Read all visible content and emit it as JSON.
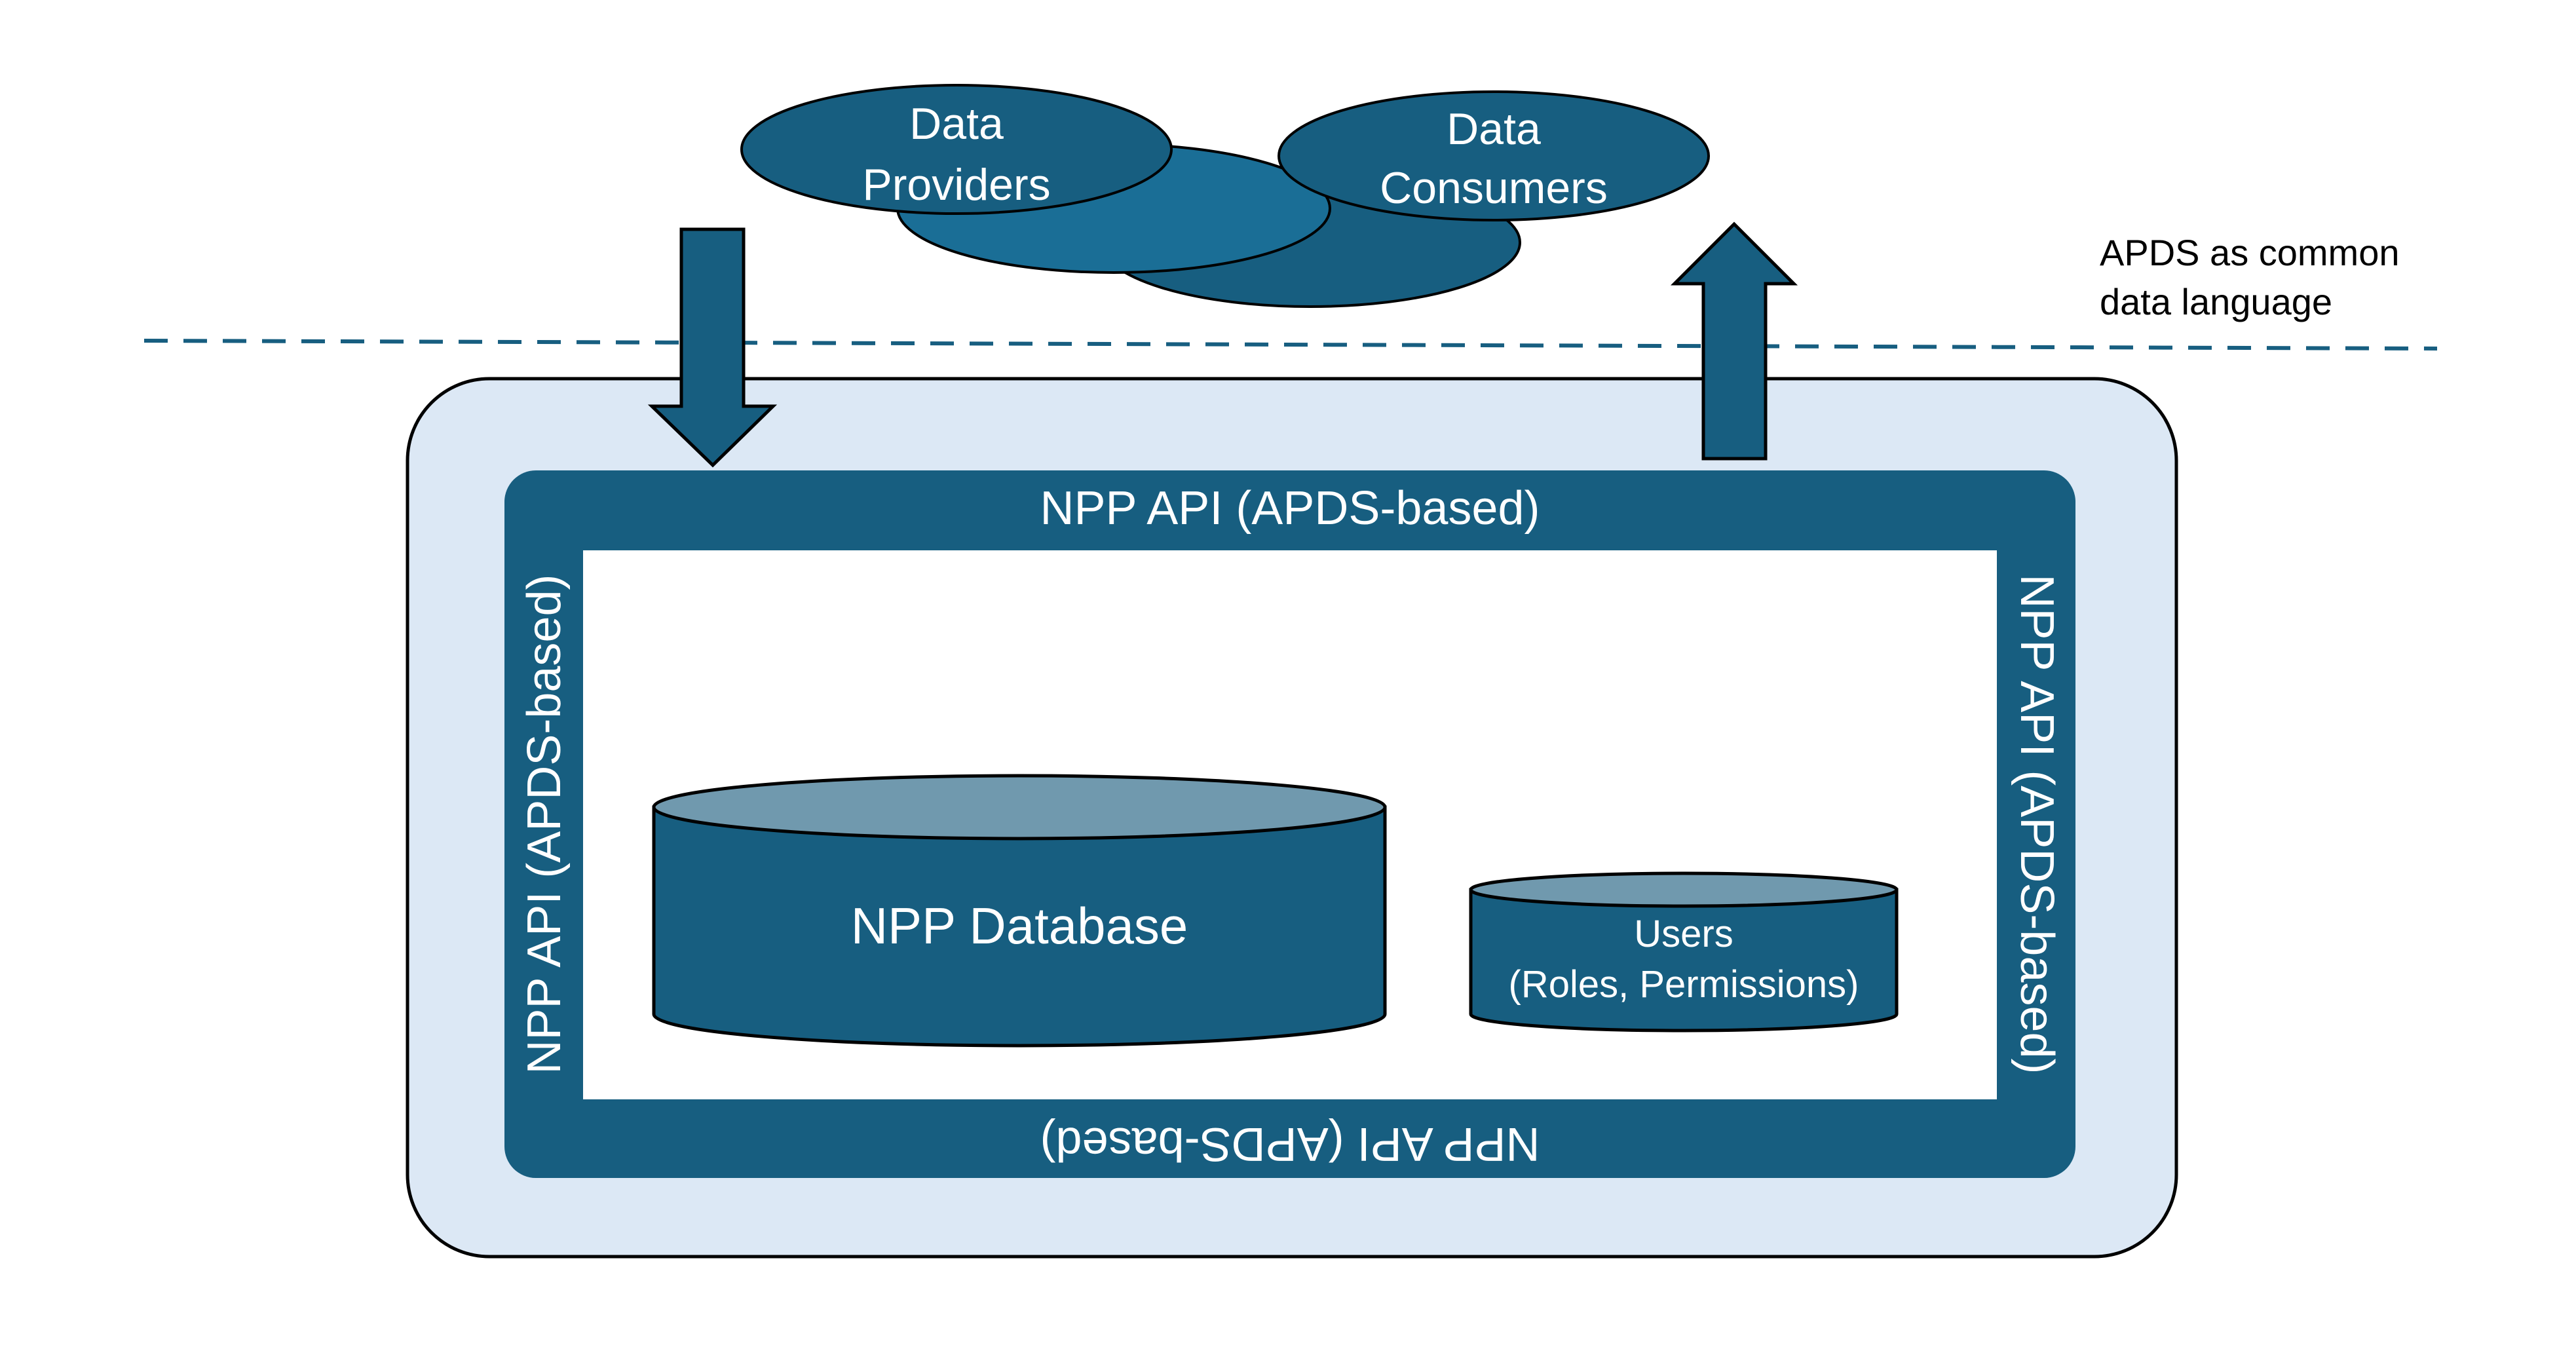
{
  "colors": {
    "dark_teal": "#175E80",
    "mid_teal": "#1A6E96",
    "light_blue": "#DCE8F5",
    "cylinder_top": "#7099AE",
    "outline": "#000000",
    "dashed_line": "#175E80",
    "white": "#FFFFFF"
  },
  "clouds": {
    "providers": {
      "line1": "Data",
      "line2": "Providers"
    },
    "consumers": {
      "line1": "Data",
      "line2": "Consumers"
    }
  },
  "boundary_note": {
    "line1": "APDS as common",
    "line2": "data language"
  },
  "api_frame": {
    "top": "NPP API (APDS-based)",
    "left": "NPP API (APDS-based)",
    "right": "NPP API (APDS-based)",
    "bottom": "NPP API (APDS-based)"
  },
  "database": {
    "label": "NPP Database"
  },
  "users": {
    "line1": "Users",
    "line2": "(Roles, Permissions)"
  }
}
